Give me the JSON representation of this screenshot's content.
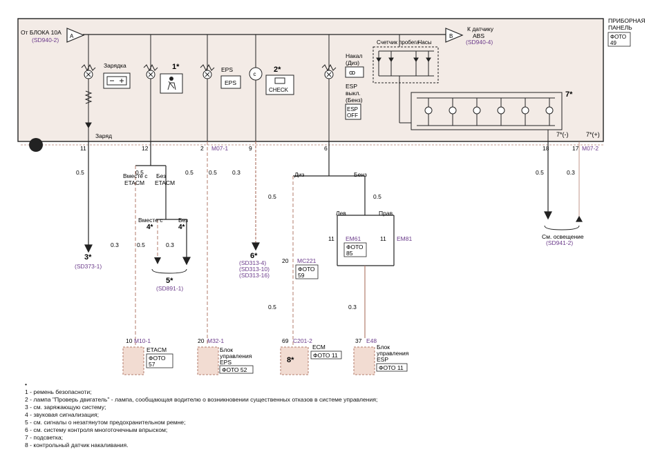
{
  "panel": {
    "title_line1": "ПРИБОРНАЯ",
    "title_line2": "ПАНЕЛЬ",
    "photo": "ФОТО",
    "photo_no": "49"
  },
  "top": {
    "from_block": "От БЛОКА 10А",
    "from_ref": "(SD940-2)",
    "conn_a": "A",
    "conn_b": "B",
    "to_abs_1": "К датчику",
    "to_abs_2": "ABS",
    "to_ref": "(SD940-4)",
    "odometer": "Счетчик пробега",
    "clock": "Часы"
  },
  "lamps": {
    "charge": "Зарядка",
    "charge_wire": "Заряд",
    "seatbelt_mark": "1*",
    "eps": "EPS",
    "eps_box": "EPS",
    "check_mark": "2*",
    "check_box": "CHECK",
    "glow_1": "Накал",
    "glow_2": "(Диз)",
    "esp_1": "ESP",
    "esp_2": "выкл.",
    "esp_3": "(Бенз)",
    "esp_box_1": "ESP",
    "esp_box_2": "OFF",
    "backlight_mark": "7*",
    "minus_mark": "7*(-)",
    "plus_mark": "7*(+)"
  },
  "pins": {
    "p11": "11",
    "p12": "12",
    "p2": "2",
    "p2_conn": "M07-1",
    "p9": "9",
    "p6": "6",
    "p18": "18",
    "p17": "17",
    "p17_conn": "M07-2"
  },
  "wires": {
    "w05": "0.5",
    "w03": "0.3",
    "with_etacm_1": "Вместе с",
    "with_etacm_2": "ETACM",
    "without_etacm_1": "Без",
    "without_etacm_2": "ETACM",
    "with4_1": "Вместе с",
    "with4_2": "4*",
    "without4_1": "Без",
    "without4_2": "4*",
    "diesel": "Диз",
    "petrol": "Бенз",
    "left": "Лев",
    "right": "Прав"
  },
  "refs": {
    "r3": "3*",
    "r3_ref": "(SD373-1)",
    "r5": "5*",
    "r5_ref": "(SD891-1)",
    "r6": "6*",
    "r6_ref1": "(SD313-4)",
    "r6_ref2": "(SD313-10)",
    "r6_ref3": "(SD313-16)",
    "light_1": "См. освещение",
    "light_ref": "(SD941-2)"
  },
  "connectors": {
    "em61_pin": "11",
    "em61": "EM61",
    "em61_photo": "ФОТО",
    "em61_no": "85",
    "em81_pin": "11",
    "em81": "EM81",
    "mc221_pin": "20",
    "mc221": "MC221",
    "mc221_photo": "ФОТО",
    "mc221_no": "59"
  },
  "modules": {
    "etacm_pin": "10",
    "etacm_conn": "M10-1",
    "etacm": "ETACM",
    "etacm_photo": "ФОТО",
    "etacm_no": "57",
    "eps_pin": "20",
    "eps_conn": "M32-1",
    "eps_1": "Блок",
    "eps_2": "управления",
    "eps_3": "EPS",
    "eps_photo": "ФОТО 52",
    "ecm_pin": "69",
    "ecm_conn": "C201-2",
    "ecm": "ECM",
    "ecm_mark": "8*",
    "ecm_photo": "ФОТО 11",
    "esp_pin": "37",
    "esp_conn": "E48",
    "esp_1": "Блок",
    "esp_2": "управления",
    "esp_3": "ESP",
    "esp_photo": "ФОТО 11"
  },
  "notes": {
    "bullet": "•",
    "items": [
      "1 - ремень безопасноти;",
      "2 - лампа \"Проверь двигатель\" - лампа, сообщающая водителю о возникновении существенных отказов в системе управления;",
      "3 - см. заряжающую систему;",
      "4 - звуковая сигнализация;",
      "5 - см. сигналы о незатянутом предохранительном ремне;",
      "6 - см. систему контроля многоточечным впрыском;",
      "7 - подсветка;",
      "8 - контрольный датчик накаливания."
    ]
  },
  "colors": {
    "wire": "#2a2a2a",
    "ref_text": "#6a3a8a",
    "panel_fill": "#f3ebe6",
    "dashed_wire": "#b27a6a",
    "module_fill": "#f2dcd2"
  }
}
